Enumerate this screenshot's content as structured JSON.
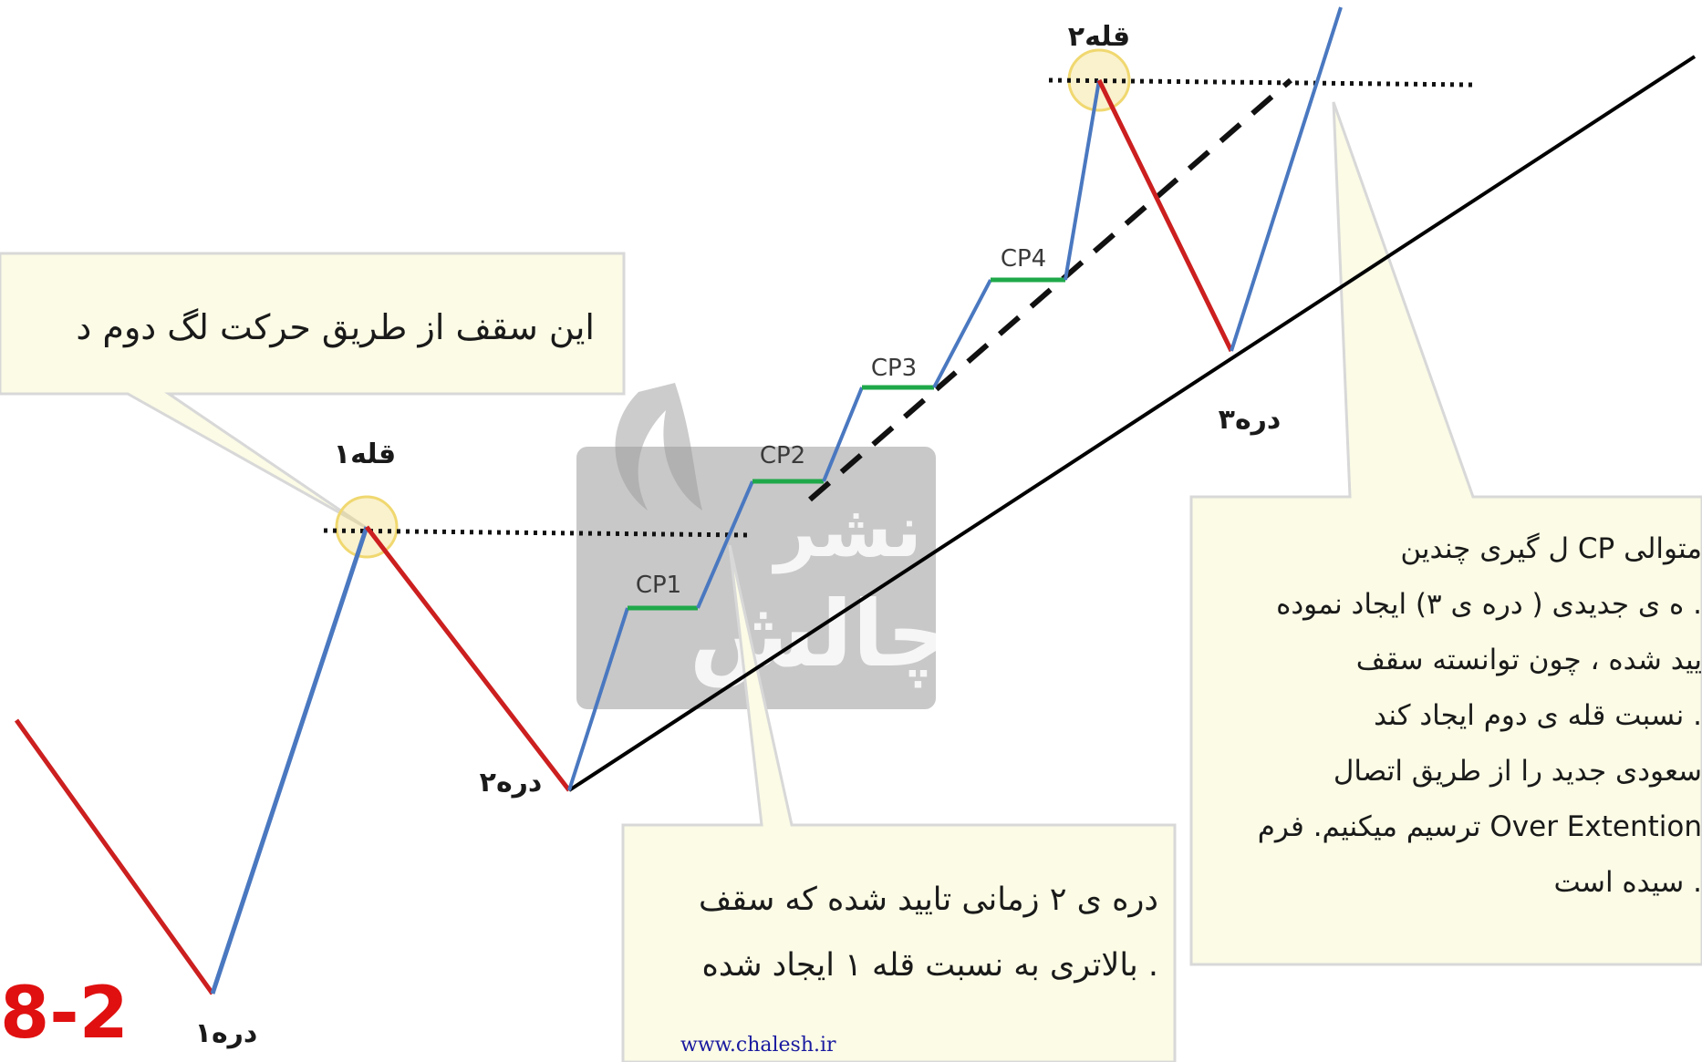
{
  "colors": {
    "up_leg": "#4a78c0",
    "down_leg": "#cc1f1f",
    "cp_segment": "#1fa84a",
    "trend_line": "#000000",
    "callout_fill": "#fbfbe6",
    "callout_border": "#d8d8d8",
    "highlight_circle": "#f0d870",
    "figure_number": "#e01010",
    "watermark": "#9a9a9a"
  },
  "labels": {
    "trough1": "دره۱",
    "trough2": "دره۲",
    "trough3": "دره۳",
    "peak1": "قله۱",
    "peak2": "قله۲",
    "cp1": "CP1",
    "cp2": "CP2",
    "cp3": "CP3",
    "cp4": "CP4"
  },
  "figure_number": "8-2",
  "website": "www.chalesh.ir",
  "watermark": {
    "line1": "نشر",
    "line2": "چالش"
  },
  "callouts": {
    "top_left": {
      "line1": "این سقف از طریق حرکت لگ دوم د"
    },
    "bottom_center": {
      "line1": "دره ی ۲ زمانی تایید شده که سقف",
      "line2": "بالاتری به نسبت قله ۱ ایجاد شده ."
    },
    "right": {
      "line1": "ل گیری چندین CP متوالی",
      "line2": "ه ی جدیدی ( دره ی ۳) ایجاد نموده .",
      "line3": "یید شده ، چون توانسته سقف",
      "line4": "نسبت قله ی دوم ایجاد کند .",
      "line5": "سعودی جدید را از طریق اتصال",
      "line6": "ترسیم میکنیم. فرم Over Extention",
      "line7": "سیده است ."
    }
  }
}
